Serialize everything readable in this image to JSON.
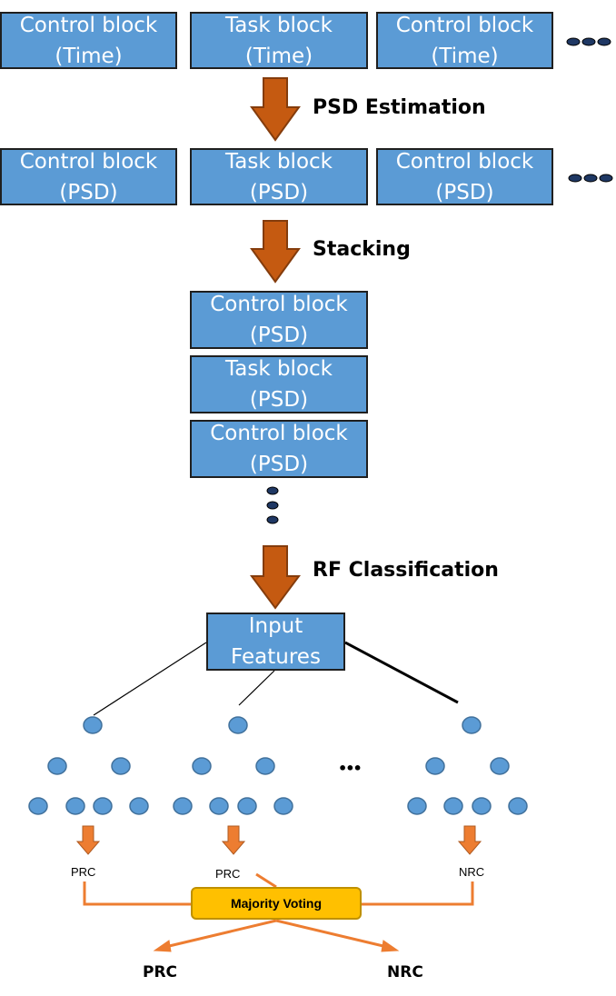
{
  "row1": [
    {
      "line1": "Control block",
      "line2": "(Time)"
    },
    {
      "line1": "Task block",
      "line2": "(Time)"
    },
    {
      "line1": "Control block",
      "line2": "(Time)"
    }
  ],
  "row2": [
    {
      "line1": "Control block",
      "line2": "(PSD)"
    },
    {
      "line1": "Task block",
      "line2": "(PSD)"
    },
    {
      "line1": "Control block",
      "line2": "(PSD)"
    }
  ],
  "stack": [
    {
      "line1": "Control block",
      "line2": "(PSD)"
    },
    {
      "line1": "Task block",
      "line2": "(PSD)"
    },
    {
      "line1": "Control block",
      "line2": "(PSD)"
    }
  ],
  "steps": {
    "psd_estimation": "PSD Estimation",
    "stacking": "Stacking",
    "rf_classification": "RF Classification"
  },
  "input": {
    "line1": "Input",
    "line2": "Features"
  },
  "tree_outputs": [
    "PRC",
    "PRC",
    "NRC"
  ],
  "ellipsis": "•••",
  "voting": "Majority Voting",
  "final_outputs": [
    "PRC",
    "NRC"
  ],
  "colors": {
    "block_fill": "#5b9bd5",
    "big_arrow": "#c55a11",
    "node_fill": "#5b9bd5",
    "small_arrow": "#ed7d31",
    "vote_fill": "#ffc000",
    "vote_line": "#ed7d31"
  }
}
